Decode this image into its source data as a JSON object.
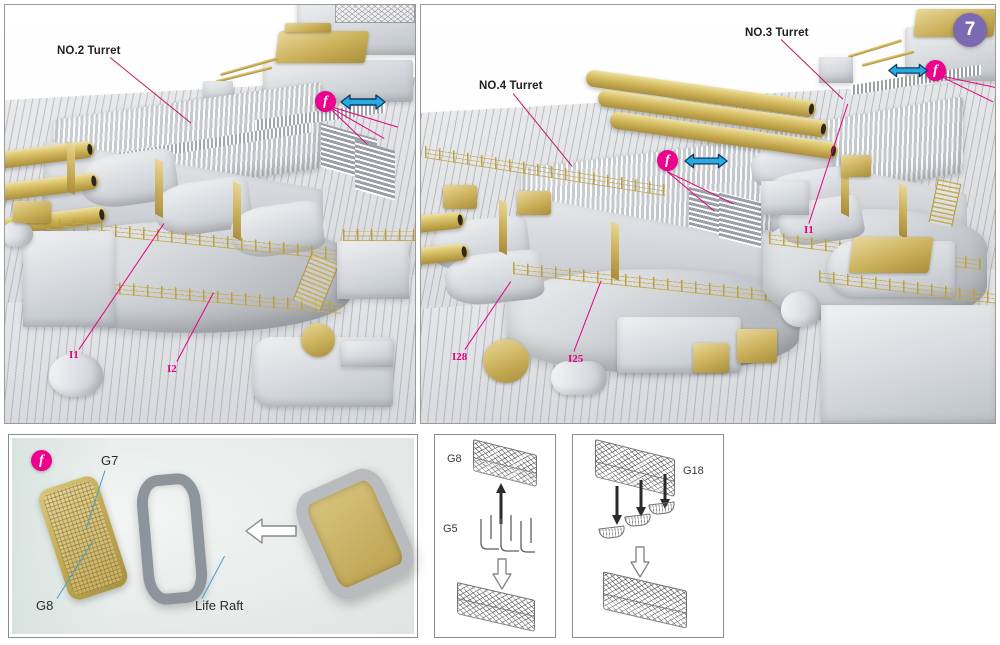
{
  "page": {
    "number": "7",
    "badge_color": "#7b6ab0"
  },
  "colors": {
    "callout_pink": "#ec008c",
    "part_label_pink": "#e6007e",
    "arrow_cyan": "#29abe2",
    "photo_callout_blue": "#3f9fd0",
    "panel_border": "#8c8c8c"
  },
  "panels": {
    "left_render": {
      "name": "no2-turret-render",
      "annotations": [
        {
          "text": "NO.2 Turret",
          "type": "assembly-label"
        }
      ],
      "part_labels": [
        {
          "text": "I1"
        },
        {
          "text": "I2"
        }
      ],
      "callouts": [
        {
          "badge": "f",
          "arrow": "double-horizontal"
        }
      ]
    },
    "right_render": {
      "name": "no3-no4-turret-render",
      "annotations": [
        {
          "text": "NO.3 Turret",
          "type": "assembly-label"
        },
        {
          "text": "NO.4 Turret",
          "type": "assembly-label"
        }
      ],
      "part_labels": [
        {
          "text": "I1"
        },
        {
          "text": "I28"
        },
        {
          "text": "I25"
        }
      ],
      "callouts": [
        {
          "badge": "f",
          "arrow": "double-horizontal"
        },
        {
          "badge": "f",
          "arrow": "double-horizontal"
        }
      ]
    },
    "photo_detail": {
      "name": "life-raft-photo-detail",
      "badge": "f",
      "labels": [
        {
          "text": "G7"
        },
        {
          "text": "G8"
        },
        {
          "text": "Life Raft"
        }
      ]
    },
    "diagram_1": {
      "name": "g8-g5-assembly-diagram",
      "labels": [
        {
          "text": "G8"
        },
        {
          "text": "G5"
        }
      ]
    },
    "diagram_2": {
      "name": "g18-assembly-diagram",
      "labels": [
        {
          "text": "G18"
        }
      ]
    }
  }
}
